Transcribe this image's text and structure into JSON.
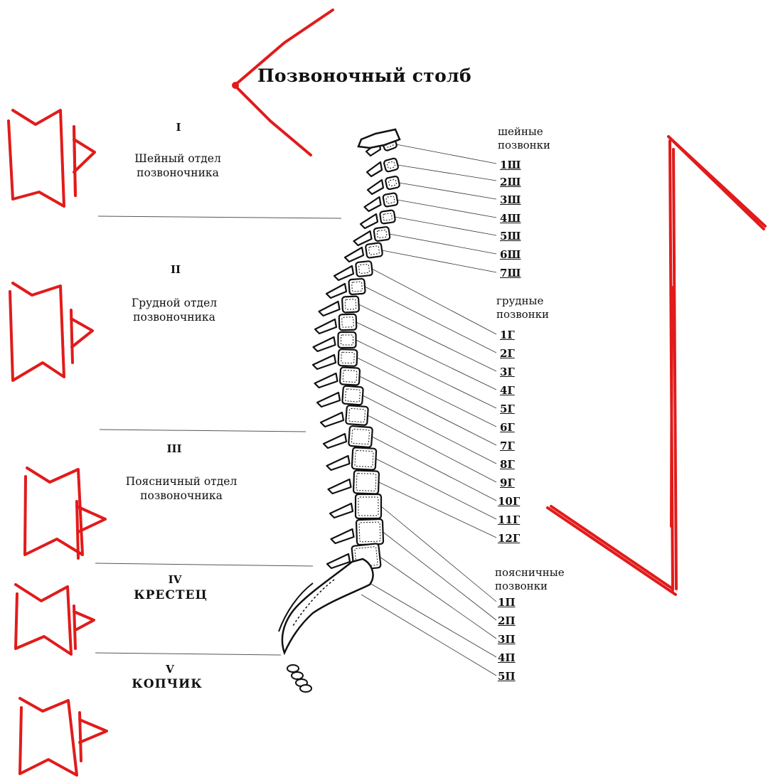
{
  "title": "Позвоночный столб",
  "sections": [
    {
      "roman": "I",
      "name_line1": "Шейный отдел",
      "name_line2": "позвоночника"
    },
    {
      "roman": "II",
      "name_line1": "Грудной отдел",
      "name_line2": "позвоночника"
    },
    {
      "roman": "III",
      "name_line1": "Поясничный отдел",
      "name_line2": "позвоночника"
    },
    {
      "roman": "IV",
      "name_line1": "КРЕСТЕЦ",
      "name_line2": ""
    },
    {
      "roman": "V",
      "name_line1": "КОПЧИК",
      "name_line2": ""
    }
  ],
  "vertebra_groups": [
    {
      "line1": "шейные",
      "line2": "позвонки",
      "labels": [
        "1Ш",
        "2Ш",
        "3Ш",
        "4Ш",
        "5Ш",
        "6Ш",
        "7Ш"
      ]
    },
    {
      "line1": "грудные",
      "line2": "позвонки",
      "labels": [
        "1Г",
        "2Г",
        "3Г",
        "4Г",
        "5Г",
        "6Г",
        "7Г",
        "8Г",
        "9Г",
        "10Г",
        "11Г",
        "12Г"
      ]
    },
    {
      "line1": "поясничные",
      "line2": "позвонки",
      "labels": [
        "1П",
        "2П",
        "3П",
        "4П",
        "5П"
      ]
    }
  ],
  "annotation_color": "#e11b1b",
  "ink_color": "#111111"
}
